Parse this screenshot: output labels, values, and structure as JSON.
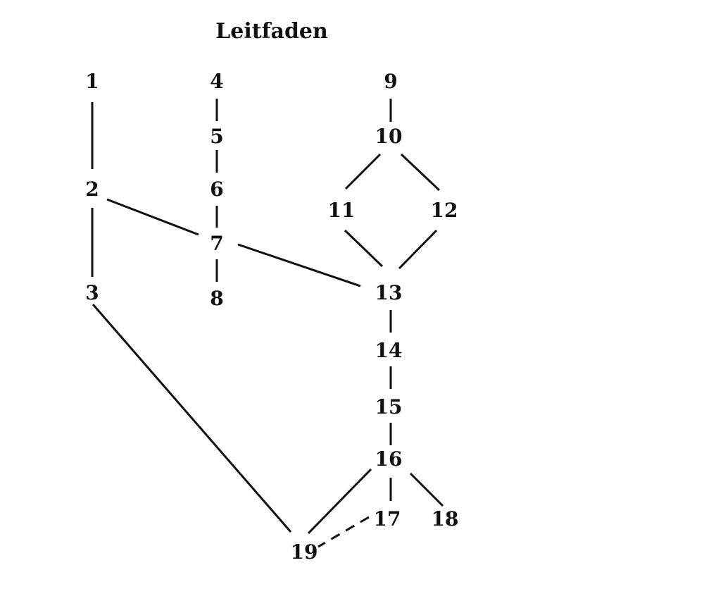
{
  "title": "Leitfaden",
  "nodes": [
    {
      "id": "1",
      "label": "1"
    },
    {
      "id": "2",
      "label": "2"
    },
    {
      "id": "3",
      "label": "3"
    },
    {
      "id": "4",
      "label": "4"
    },
    {
      "id": "5",
      "label": "5"
    },
    {
      "id": "6",
      "label": "6"
    },
    {
      "id": "7",
      "label": "7"
    },
    {
      "id": "8",
      "label": "8"
    },
    {
      "id": "9",
      "label": "9"
    },
    {
      "id": "10",
      "label": "10"
    },
    {
      "id": "11",
      "label": "11"
    },
    {
      "id": "12",
      "label": "12"
    },
    {
      "id": "13",
      "label": "13"
    },
    {
      "id": "14",
      "label": "14"
    },
    {
      "id": "15",
      "label": "15"
    },
    {
      "id": "16",
      "label": "16"
    },
    {
      "id": "17",
      "label": "17"
    },
    {
      "id": "18",
      "label": "18"
    },
    {
      "id": "19",
      "label": "19"
    }
  ],
  "edges": [
    {
      "from": "1",
      "to": "2",
      "style": "solid"
    },
    {
      "from": "2",
      "to": "3",
      "style": "solid"
    },
    {
      "from": "2",
      "to": "7",
      "style": "solid"
    },
    {
      "from": "3",
      "to": "19",
      "style": "solid"
    },
    {
      "from": "4",
      "to": "5",
      "style": "solid"
    },
    {
      "from": "5",
      "to": "6",
      "style": "solid"
    },
    {
      "from": "6",
      "to": "7",
      "style": "solid"
    },
    {
      "from": "7",
      "to": "8",
      "style": "solid"
    },
    {
      "from": "7",
      "to": "13",
      "style": "solid"
    },
    {
      "from": "9",
      "to": "10",
      "style": "solid"
    },
    {
      "from": "10",
      "to": "11",
      "style": "solid"
    },
    {
      "from": "10",
      "to": "12",
      "style": "solid"
    },
    {
      "from": "11",
      "to": "13",
      "style": "solid"
    },
    {
      "from": "12",
      "to": "13",
      "style": "solid"
    },
    {
      "from": "13",
      "to": "14",
      "style": "solid"
    },
    {
      "from": "14",
      "to": "15",
      "style": "solid"
    },
    {
      "from": "15",
      "to": "16",
      "style": "solid"
    },
    {
      "from": "16",
      "to": "17",
      "style": "solid"
    },
    {
      "from": "16",
      "to": "18",
      "style": "solid"
    },
    {
      "from": "16",
      "to": "19",
      "style": "solid"
    },
    {
      "from": "17",
      "to": "19",
      "style": "dashed"
    }
  ]
}
